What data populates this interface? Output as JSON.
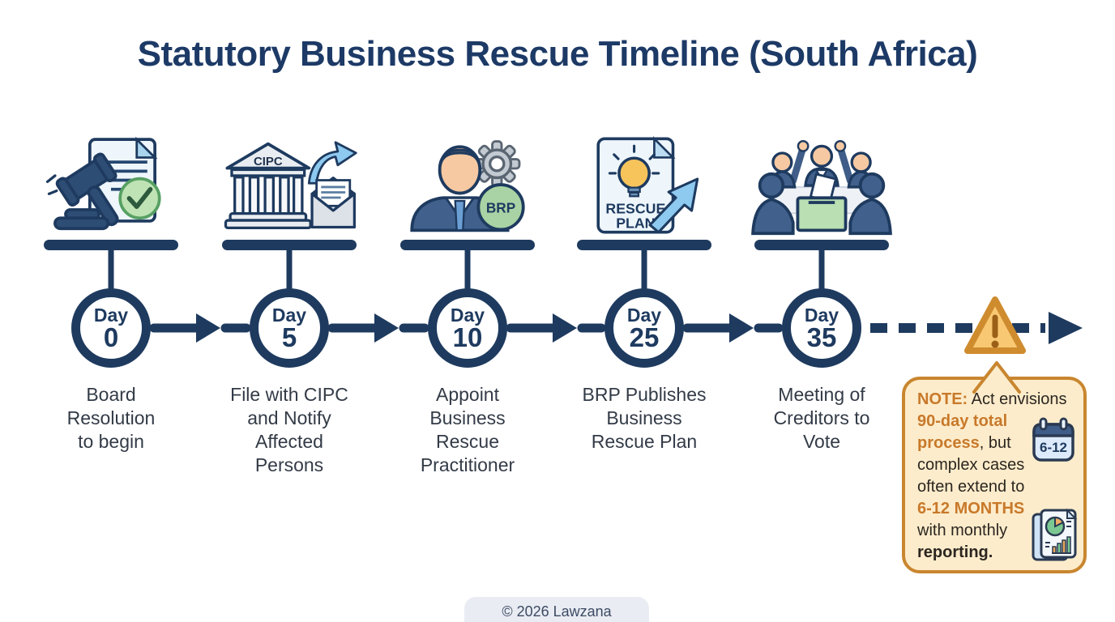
{
  "page": {
    "title": "Statutory Business Rescue Timeline (South Africa)",
    "footer": "© 2026 Lawzana"
  },
  "timeline": {
    "milestones": [
      {
        "day_word": "Day",
        "day_num": "0",
        "label_lines": [
          "Board",
          "Resolution",
          "to begin"
        ]
      },
      {
        "day_word": "Day",
        "day_num": "5",
        "icon_text": "CIPC",
        "label_lines": [
          "File with CIPC",
          "and Notify",
          "Affected",
          "Persons"
        ]
      },
      {
        "day_word": "Day",
        "day_num": "10",
        "icon_text": "BRP",
        "label_lines": [
          "Appoint",
          "Business",
          "Rescue",
          "Practitioner"
        ]
      },
      {
        "day_word": "Day",
        "day_num": "25",
        "icon_text_lines": [
          "RESCUE",
          "PLAN"
        ],
        "label_lines": [
          "BRP Publishes",
          "Business",
          "Rescue Plan"
        ]
      },
      {
        "day_word": "Day",
        "day_num": "35",
        "label_lines": [
          "Meeting of",
          "Creditors to",
          "Vote"
        ]
      }
    ]
  },
  "warning": {
    "mark": "!"
  },
  "note": {
    "calendar_label": "6-12",
    "lines": [
      {
        "segments": [
          {
            "text": "NOTE:",
            "style": "orange"
          },
          {
            "text": " Act envisions",
            "style": "plain"
          }
        ]
      },
      {
        "segments": [
          {
            "text": "90-day total",
            "style": "orange"
          }
        ]
      },
      {
        "segments": [
          {
            "text": "process",
            "style": "orange"
          },
          {
            "text": ", but",
            "style": "plain"
          }
        ]
      },
      {
        "segments": [
          {
            "text": "complex cases",
            "style": "plain"
          }
        ]
      },
      {
        "segments": [
          {
            "text": "often extend to",
            "style": "plain"
          }
        ]
      },
      {
        "segments": [
          {
            "text": "6-12 MONTHS",
            "style": "orange"
          }
        ]
      },
      {
        "segments": [
          {
            "text": "with monthly",
            "style": "plain"
          }
        ]
      },
      {
        "segments": [
          {
            "text": "reporting.",
            "style": "dark-bold"
          }
        ]
      }
    ]
  },
  "colors": {
    "navy": "#1e3a5f",
    "title_text": "#1d3a66",
    "label_text": "#333b47",
    "orange_accent": "#c8792a",
    "note_background": "#fdeccb",
    "note_border": "#c9862f",
    "warning_fill": "#f9c873",
    "green_accent": "#a9d3a4",
    "light_blue_accent": "#8ec9ef",
    "footer_background": "#e9edf3"
  }
}
